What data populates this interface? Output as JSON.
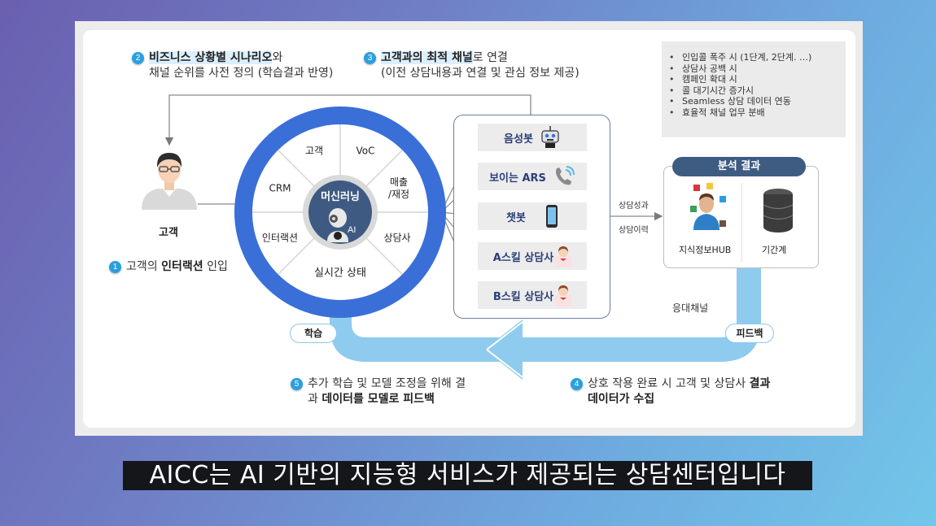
{
  "notes": {
    "step1": {
      "num": "1",
      "pre": "고객의 ",
      "bold": "인터랙션",
      "post": " 인입"
    },
    "step2": {
      "num": "2",
      "bold": "비즈니스 상황별 시나리오",
      "post": "와",
      "line2": "채널 순위를 사전 정의 (학습결과 반영)"
    },
    "step3": {
      "num": "3",
      "bold": "고객과의 최적 채널",
      "post": "로 연결",
      "line2": "(이전 상담내용과 연결 및 관심 정보 제공)"
    },
    "step4": {
      "num": "4",
      "pre": "상호 작용 완료 시 고객 및 상담사 ",
      "bold": "결과",
      "line2_bold": "데이터가 수집"
    },
    "step5": {
      "num": "5",
      "pre": "추가 학습 및 모델 조정을 위해 결",
      "line2_pre": "과 ",
      "line2_bold": "데이터를 모델로 피드백"
    }
  },
  "infobox": {
    "items": [
      "인입콜 폭주 시 (1단계, 2단계. …)",
      "상담사 공백 시",
      "캠페인 확대 시",
      "콜 대기시간 증가시",
      "Seamless 상담 데이터 연동",
      "효율적 채널 업무 분배"
    ]
  },
  "customer": {
    "label": "고객",
    "icon": "customer-avatar-icon"
  },
  "ring": {
    "core_title": "머신러닝",
    "core_sub": "AI",
    "segments": [
      "고객",
      "VoC",
      "매출\n/재정",
      "상담사",
      "실시간 상태",
      "인터랙션",
      "CRM"
    ],
    "colors": {
      "ring": "#3a6fd8",
      "core": "#3f5a82"
    }
  },
  "channels": [
    {
      "label": "음성봇",
      "icon": "robot-icon"
    },
    {
      "label": "보이는 ARS",
      "icon": "phone-icon"
    },
    {
      "label": "챗봇",
      "icon": "smartphone-icon"
    },
    {
      "label": "A스킬 상담사",
      "icon": "agent-icon"
    },
    {
      "label": "B스킬 상담사",
      "icon": "agent-icon"
    }
  ],
  "flow_labels": {
    "top": "상담성과",
    "bottom": "상담이력"
  },
  "result": {
    "title": "분석 결과",
    "items": [
      {
        "label": "지식정보HUB",
        "icon": "knowledge-hub-icon"
      },
      {
        "label": "기간계",
        "icon": "database-icon"
      }
    ]
  },
  "loop": {
    "channel_label": "응대채널",
    "feedback_label": "피드백",
    "learning_label": "학습",
    "color": "#8ecbef"
  },
  "subtitle": "AICC는 AI 기반의 지능형 서비스가 제공되는 상담센터입니다"
}
